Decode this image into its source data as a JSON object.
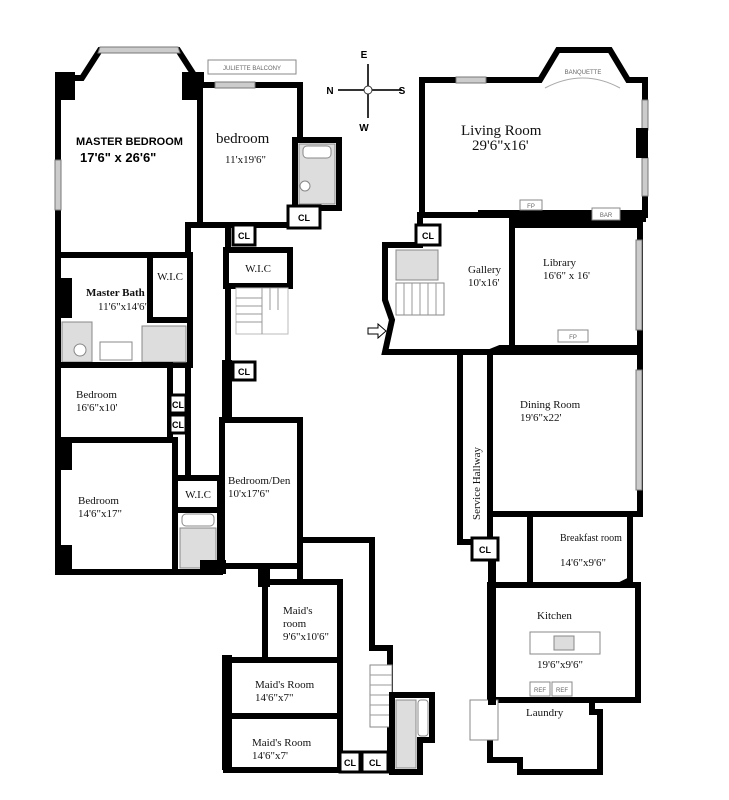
{
  "compass": {
    "n": "N",
    "s": "S",
    "e": "E",
    "w": "W"
  },
  "rooms": [
    {
      "name": "MASTER BEDROOM",
      "dims": "17'6\" x 26'6\""
    },
    {
      "name": "bedroom",
      "dims": "11'x19'6\""
    },
    {
      "name": "Master Bath",
      "dims": "11'6\"x14'6\""
    },
    {
      "name": "Bedroom",
      "dims": "16'6\"x10'"
    },
    {
      "name": "Bedroom",
      "dims": "14'6\"x17\""
    },
    {
      "name": "Bedroom/Den",
      "dims": "10'x17'6\""
    },
    {
      "name": "Maid's room",
      "dims": "9'6\"x10'6\""
    },
    {
      "name": "Maid's Room",
      "dims": "14'6\"x7\""
    },
    {
      "name": "Maid's Room",
      "dims": "14'6\"x7'"
    },
    {
      "name": "Living Room",
      "dims": "29'6\"x16'"
    },
    {
      "name": "Gallery",
      "dims": "10'x16'"
    },
    {
      "name": "Library",
      "dims": "16'6\" x 16'"
    },
    {
      "name": "Dining Room",
      "dims": "19'6\"x22'"
    },
    {
      "name": "Breakfast room",
      "dims": "14'6\"x9'6\""
    },
    {
      "name": "Kitchen",
      "dims": "19'6\"x9'6\""
    },
    {
      "name": "Laundry",
      "dims": ""
    },
    {
      "name": "Service Hallway",
      "dims": ""
    }
  ],
  "labels": {
    "wic": "W.I.C",
    "cl": "CL",
    "juliette": "JULIETTE BALCONY",
    "banquette": "BANQUETTE",
    "fp": "FP",
    "bar": "BAR",
    "ref": "REF"
  },
  "colors": {
    "wall": "#000000",
    "bath_tile": "#dddddd",
    "window": "#cccccc"
  }
}
